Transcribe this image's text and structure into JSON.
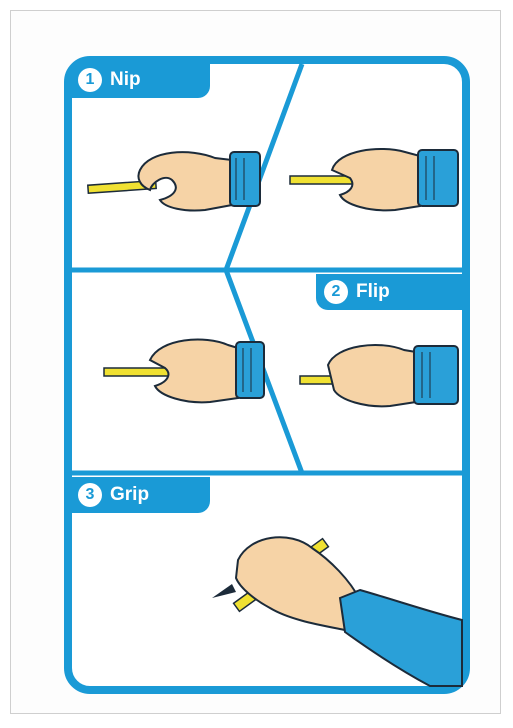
{
  "steps": [
    {
      "number": "1",
      "label": "Nip"
    },
    {
      "number": "2",
      "label": "Flip"
    },
    {
      "number": "3",
      "label": "Grip"
    }
  ],
  "colors": {
    "frame": "#1a9ad6",
    "sleeve": "#2aa0d8",
    "skin": "#f6d3a6",
    "pencil": "#f0e132",
    "outline": "#1c2b3a"
  },
  "icons": [
    "hand-pinching-pencil-icon",
    "hand-flipping-pencil-icon",
    "hand-gripping-pencil-icon"
  ]
}
